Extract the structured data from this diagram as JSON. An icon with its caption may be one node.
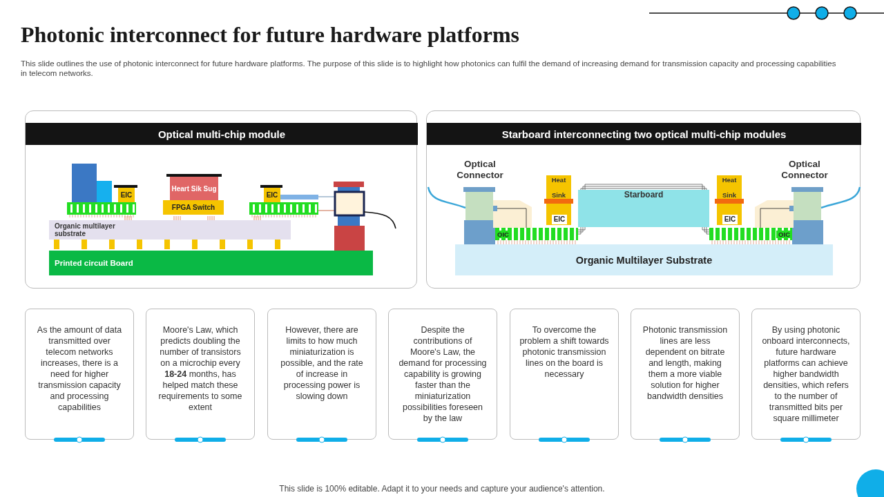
{
  "diagram": {
    "title": "Photonic interconnect for future hardware platforms",
    "nodes": [
      {
        "text": [
          "Optical multi-chip module"
        ]
      },
      {
        "text": [
          "Heart Sik Sug"
        ],
        "in": 0
      },
      {
        "text": [
          "EIC"
        ],
        "in": 0
      },
      {
        "text": [
          "FPGA Switch"
        ],
        "in": 0
      },
      {
        "text": [
          "EIC"
        ],
        "in": 0
      },
      {
        "text": [
          "Organic multilayer substrate"
        ],
        "in": 0
      },
      {
        "text": [
          "Printed circuit Board"
        ],
        "in": 0
      },
      {
        "text": [
          "Starboard interconnecting two optical multi-chip modules"
        ]
      },
      {
        "text": [
          "Starboard"
        ],
        "in": 7
      },
      {
        "text": [
          "Heat Sink"
        ],
        "in": 7
      },
      {
        "text": [
          "EIC"
        ],
        "in": 9
      },
      {
        "text": [
          "OIC"
        ],
        "in": 7
      },
      {
        "text": [
          "Heat Sink"
        ],
        "in": 7
      },
      {
        "text": [
          "EIC"
        ],
        "in": 12
      },
      {
        "text": [
          "OIC"
        ],
        "in": 7
      },
      {
        "text": [
          "Organic Multilayer Substrate"
        ],
        "in": 7
      },
      {
        "text": [
          "As the amount of data transmitted over telecom networks increases, there is a need for higher transmission capacity and processing capabilities"
        ]
      },
      {
        "text": [
          "Moore's Law, which predicts doubling the number of transistors on a microchip every **18-24** months, has helped match these requirements to some extent"
        ]
      },
      {
        "text": [
          "However, there are limits to how much miniaturization is possible, and the rate of increase in processing power is slowing down"
        ]
      },
      {
        "text": [
          "Despite the contributions of Moore's Law, the demand for processing capability is growing faster than the miniaturization possibilities foreseen by the law"
        ]
      },
      {
        "text": [
          "To overcome the problem a shift towards photonic transmission lines on the board is necessary"
        ]
      },
      {
        "text": [
          "Photonic transmission lines are less dependent on bitrate and length, making them a more viable solution for higher bandwidth densities"
        ]
      },
      {
        "text": [
          "By using photonic onboard interconnects, future hardware platforms can achieve higher bandwidth densities, which refers to the number of transmitted bits per square millimeter"
        ]
      }
    ],
    "labels": [
      "This slide outlines the use of photonic interconnect for future hardware platforms. The purpose of this slide is to highlight how photonics can fulfil the demand of increasing demand for transmission capacity and processing capabilities in telecom networks.",
      "Optical Connector",
      "Optical Connector",
      "This slide is 100% editable. Adapt it to your needs and capture your audience's attention."
    ]
  }
}
